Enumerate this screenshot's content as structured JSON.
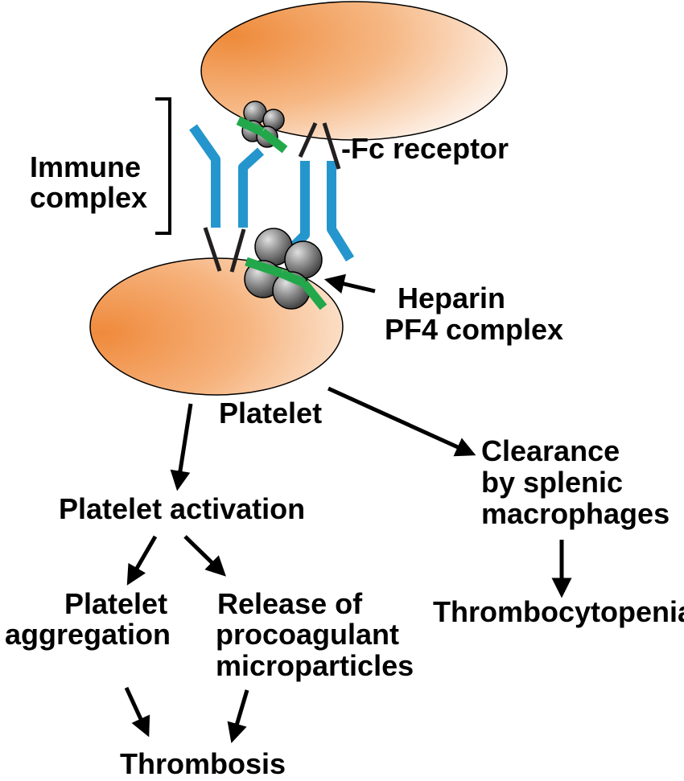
{
  "labels": {
    "immune_complex": [
      "Immune",
      "complex"
    ],
    "fc_receptor": "-Fc receptor",
    "heparin_pf4": [
      "Heparin",
      "PF4 complex"
    ],
    "platelet": "Platelet",
    "platelet_activation": "Platelet activation",
    "platelet_aggregation": [
      "Platelet",
      "aggregation"
    ],
    "release_microparticles": [
      "Release of",
      "procoagulant",
      "microparticles"
    ],
    "clearance": [
      "Clearance",
      "by splenic",
      "macrophages"
    ],
    "thrombocytopenia": "Thrombocytopenia",
    "thrombosis": "Thrombosis"
  },
  "colors": {
    "cell_fill": "#f4a46a",
    "antibody": "#2596cd",
    "fc_receptor": "#231f20",
    "heparin": "#22a84a",
    "pf4_sphere": "#5a5a5a",
    "arrow": "#000000"
  }
}
